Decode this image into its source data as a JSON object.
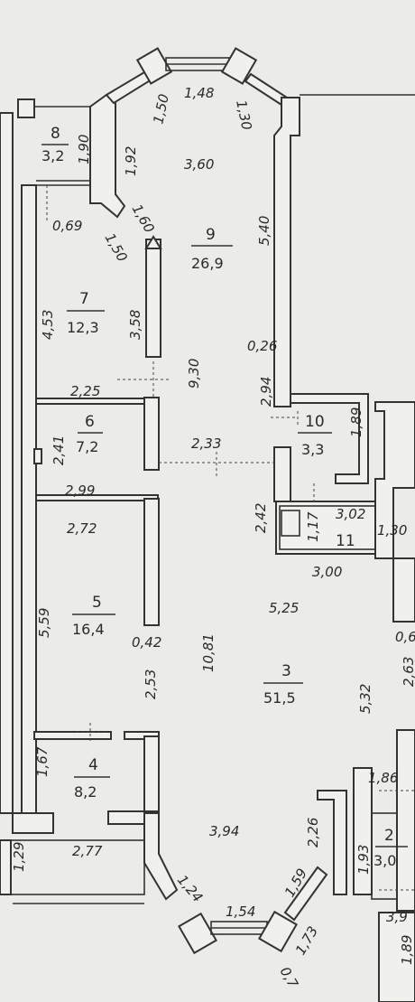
{
  "rooms": [
    {
      "number": "8",
      "area": "3,2"
    },
    {
      "number": "9",
      "area": "26,9"
    },
    {
      "number": "7",
      "area": "12,3"
    },
    {
      "number": "6",
      "area": "7,2"
    },
    {
      "number": "10",
      "area": "3,3"
    },
    {
      "number": "11",
      "area": ""
    },
    {
      "number": "5",
      "area": "16,4"
    },
    {
      "number": "3",
      "area": "51,5"
    },
    {
      "number": "4",
      "area": "8,2"
    },
    {
      "number": "2",
      "area": "3,0"
    }
  ],
  "dimensions": {
    "d_1_50a": "1,50",
    "d_1_48": "1,48",
    "d_1_30": "1,30",
    "d_1_90": "1,90",
    "d_1_92": "1,92",
    "d_3_60": "3,60",
    "d_0_69": "0,69",
    "d_1_60": "1,60",
    "d_5_40": "5,40",
    "d_1_50b": "1,50",
    "d_4_53": "4,53",
    "d_3_58": "3,58",
    "d_9_30": "9,30",
    "d_0_26": "0,26",
    "d_2_94": "2,94",
    "d_2_25": "2,25",
    "d_2_41": "2,41",
    "d_2_33": "2,33",
    "d_1_89": "1,89",
    "d_2_99": "2,99",
    "d_2_42": "2,42",
    "d_1_17": "1,17",
    "d_3_02": "3,02",
    "d_1_30b": "1,30",
    "d_2_72": "2,72",
    "d_3_00": "3,00",
    "d_5_25": "5,25",
    "d_5_59": "5,59",
    "d_0_42": "0,42",
    "d_10_81": "10,81",
    "d_0_6": "0,6",
    "d_2_53": "2,53",
    "d_5_32": "5,32",
    "d_2_63": "2,63",
    "d_1_67": "1,67",
    "d_1_86": "1,86",
    "d_2_26": "2,26",
    "d_3_94": "3,94",
    "d_1_93": "1,93",
    "d_1_29": "1,29",
    "d_2_77": "2,77",
    "d_1_24": "1,24",
    "d_1_59": "1,59",
    "d_1_54": "1,54",
    "d_1_73": "1,73",
    "d_3_9": "3,9",
    "d_1_89b": "1,89",
    "d_0_7": "0,7"
  }
}
